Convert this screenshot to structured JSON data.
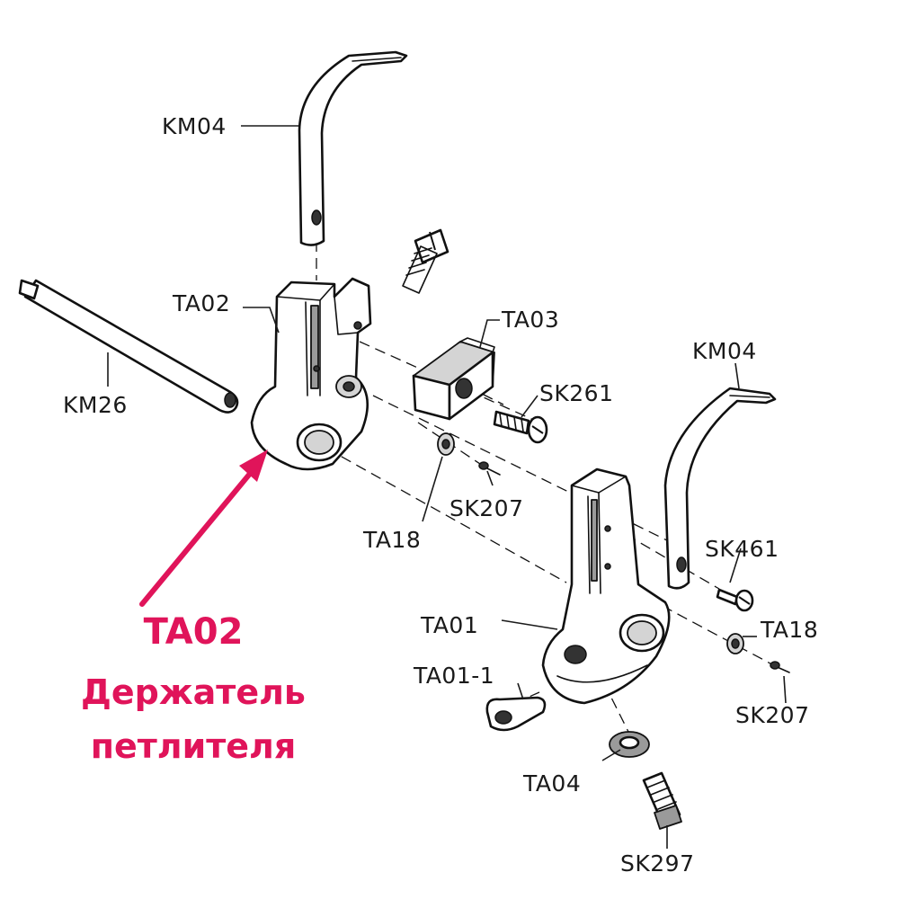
{
  "labels": {
    "km04_top": "KM04",
    "ta02": "TA02",
    "km26": "KM26",
    "ta03": "TA03",
    "sk261": "SK261",
    "km04_right": "KM04",
    "sk207_upper": "SK207",
    "ta18_upper": "TA18",
    "sk461": "SK461",
    "ta01": "TA01",
    "ta18_lower": "TA18",
    "ta01_1": "TA01-1",
    "sk207_lower": "SK207",
    "ta04": "TA04",
    "sk297": "SK297"
  },
  "callout": {
    "code": "TA02",
    "line1": "Держатель",
    "line2": "петлителя"
  },
  "colors": {
    "accent": "#e0145a",
    "ink": "#111111",
    "shade": "#9a9a9a"
  }
}
